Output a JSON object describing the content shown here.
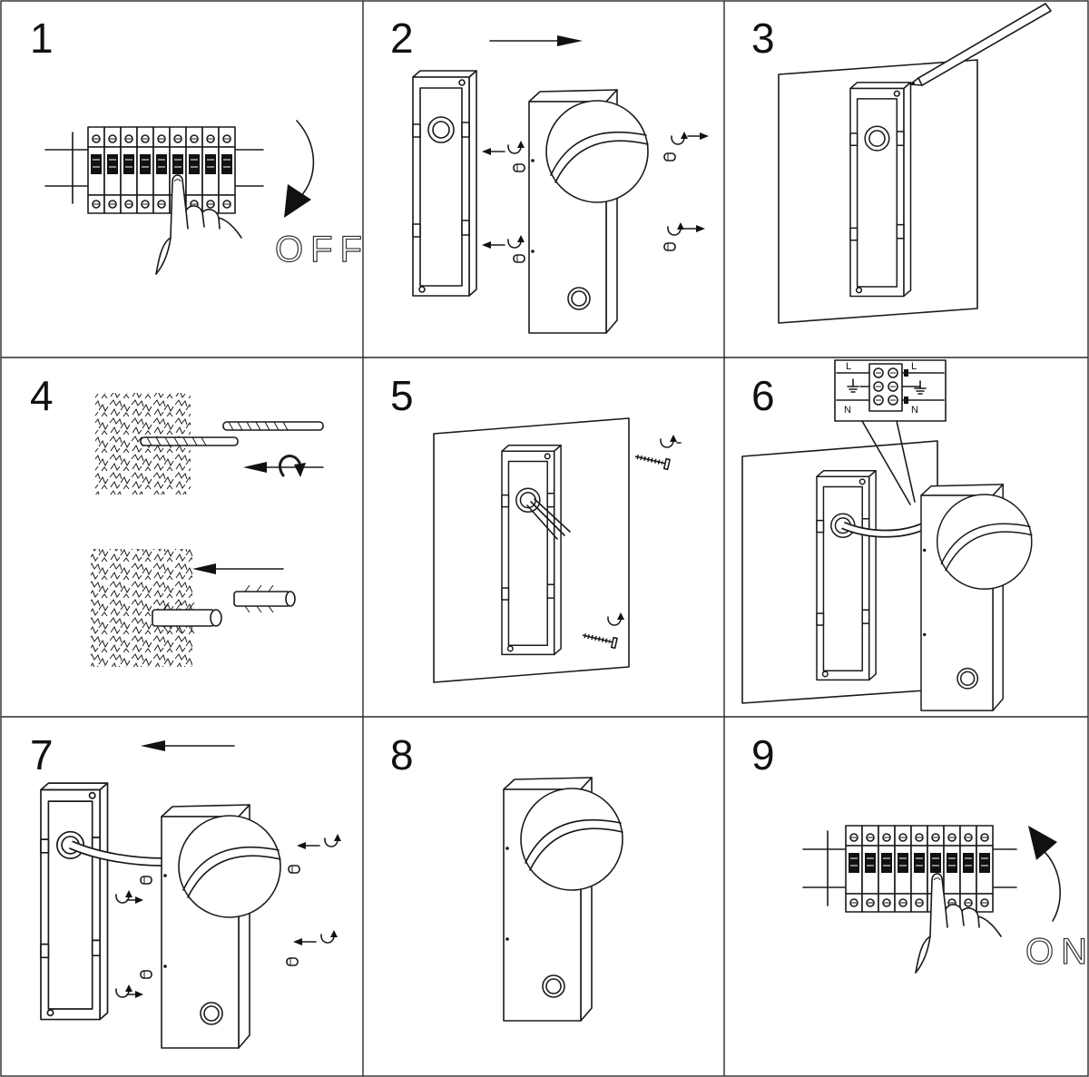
{
  "steps": [
    {
      "number": "1"
    },
    {
      "number": "2"
    },
    {
      "number": "3"
    },
    {
      "number": "4"
    },
    {
      "number": "5"
    },
    {
      "number": "6"
    },
    {
      "number": "7"
    },
    {
      "number": "8"
    },
    {
      "number": "9"
    }
  ],
  "step1": {
    "state_label": "OFF"
  },
  "step6": {
    "terminal": {
      "left_top": "L",
      "left_bottom": "N",
      "right_top": "L",
      "right_bottom": "N"
    }
  },
  "step9": {
    "state_label": "ON"
  }
}
